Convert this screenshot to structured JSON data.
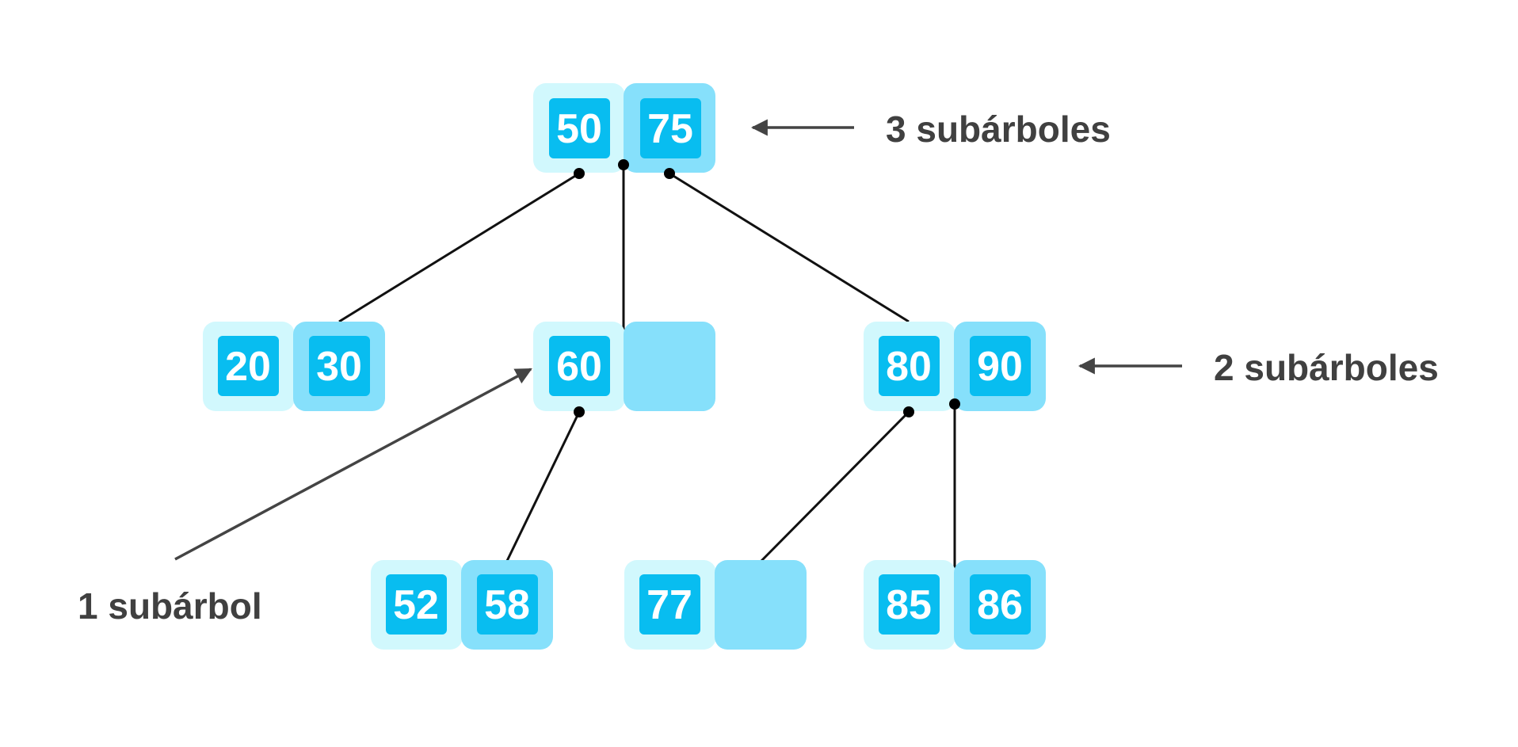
{
  "nodes": [
    {
      "id": "root",
      "keys": [
        "50",
        "75"
      ]
    },
    {
      "id": "left",
      "keys": [
        "20",
        "30"
      ]
    },
    {
      "id": "mid",
      "keys": [
        "60",
        ""
      ]
    },
    {
      "id": "right",
      "keys": [
        "80",
        "90"
      ]
    },
    {
      "id": "mid-child",
      "keys": [
        "52",
        "58"
      ]
    },
    {
      "id": "right-child1",
      "keys": [
        "77",
        ""
      ]
    },
    {
      "id": "right-child2",
      "keys": [
        "85",
        "86"
      ]
    }
  ],
  "annotations": {
    "root": "3 subárboles",
    "right": "2 subárboles",
    "mid": "1 subárbol"
  },
  "colors": {
    "cell_light": "#d1f8fd",
    "cell_dark": "#86e0fb",
    "key_fill": "#08bdf0",
    "key_text": "#ffffff",
    "edge": "#111111",
    "label": "#404040"
  }
}
